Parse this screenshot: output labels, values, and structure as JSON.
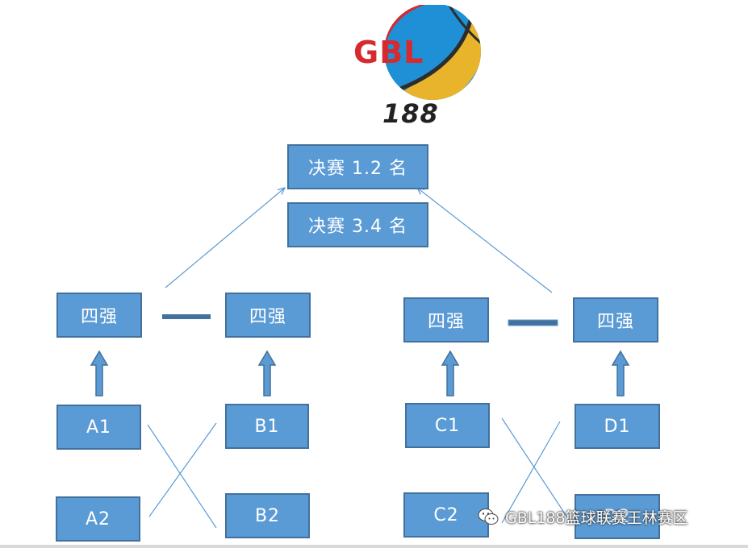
{
  "logo": {
    "letters": "GBL",
    "number": "188"
  },
  "finals": {
    "first_second": "决赛 1.2 名",
    "third_fourth": "决赛 3.4 名"
  },
  "semis": {
    "left_a": "四强",
    "left_b": "四强",
    "right_c": "四强",
    "right_d": "四强"
  },
  "groups": {
    "a1": "A1",
    "a2": "A2",
    "b1": "B1",
    "b2": "B2",
    "c1": "C1",
    "c2": "C2",
    "d1": "D1",
    "d2": "D2"
  },
  "watermark": {
    "text": "GBL188篮球联赛王林赛区"
  },
  "colors": {
    "box": "#5b9bd5",
    "box_border": "#41719c",
    "line": "#5b9bd5"
  }
}
